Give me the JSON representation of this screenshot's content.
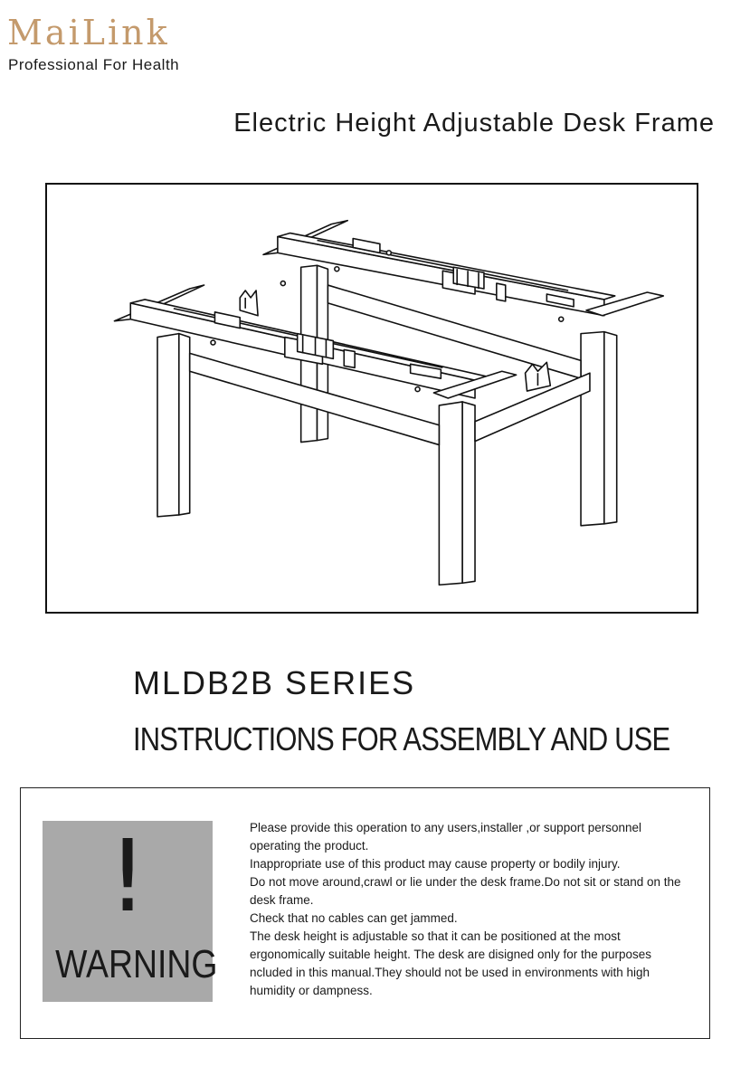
{
  "brand": {
    "name": "MaiLink",
    "tagline": "Professional For Health",
    "color": "#c49a6c"
  },
  "document": {
    "title": "Electric Height Adjustable Desk Frame",
    "series": "MLDB2B SERIES",
    "subtitle": "INSTRUCTIONS FOR ASSEMBLY AND USE"
  },
  "figure": {
    "icon": "desk-frame-illustration"
  },
  "warning": {
    "symbol": "!",
    "label": "WARNING",
    "panel_color": "#a9a9a9",
    "lines": [
      "Please provide this operation to any users,installer ,or support personnel operating the product.",
      "Inappropriate use of this product may cause property or bodily injury.",
      "Do not move around,crawl or lie under the desk frame.Do not sit or stand on the desk frame.",
      "Check that no cables can get  jammed.",
      "The desk height is adjustable so that it can be positioned at the most ergonomically suitable height. The desk are disigned only for the purposes ncluded in this manual.They should not be used in environments with high humidity or dampness."
    ]
  }
}
